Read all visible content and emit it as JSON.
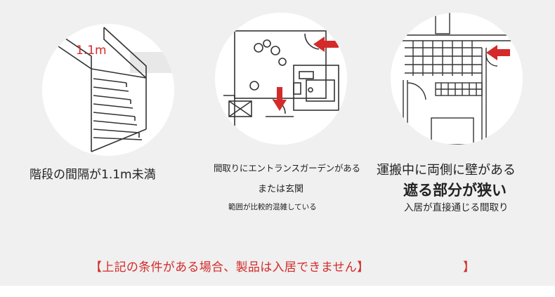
{
  "illustrations": {
    "stairs": {
      "measure_label": "1.1m",
      "caption": "階段の間隔が1.1m未満"
    },
    "entrance": {
      "line1": "間取りにエントランスガーデンがある",
      "line2": "または玄関",
      "line3": "範囲が比較的混雑している"
    },
    "corridor": {
      "line1": "運搬中に両側に壁がある",
      "line2": "遮る部分が狭い",
      "line3": "入居が直接通じる間取り"
    }
  },
  "notice": {
    "text": "【上記の条件がある場合、製品は入居できません】",
    "bracket": "】"
  },
  "colors": {
    "accent": "#d42a2a",
    "background": "#f0f0f0",
    "line": "#333333"
  }
}
